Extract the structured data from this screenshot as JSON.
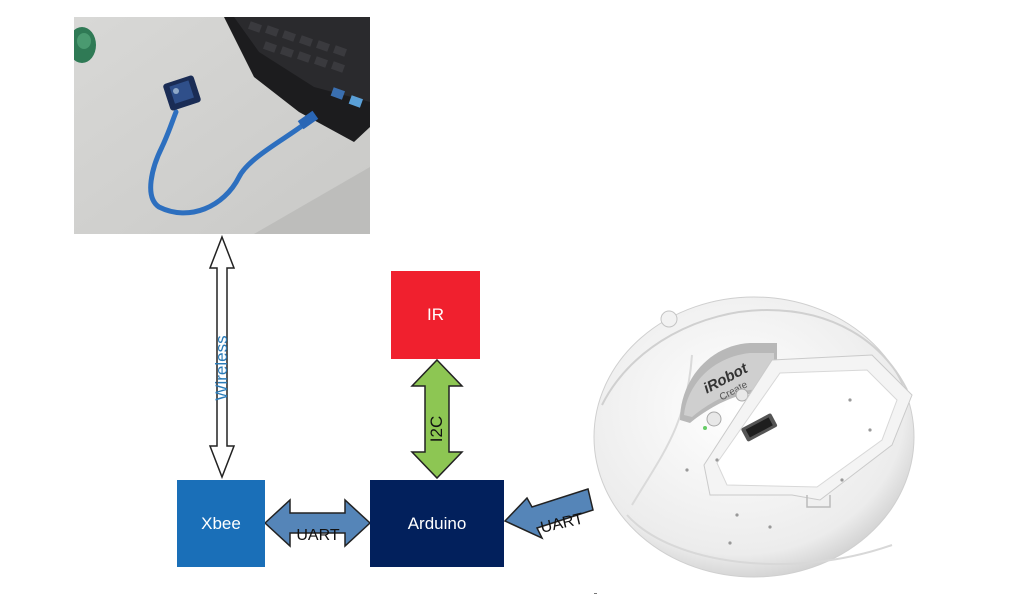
{
  "diagram": {
    "blocks": {
      "ir": {
        "label": "IR",
        "color": "#f0202e"
      },
      "xbee": {
        "label": "Xbee",
        "color": "#1a6fb8"
      },
      "arduino": {
        "label": "Arduino",
        "color": "#02205c"
      }
    },
    "links": {
      "wireless": {
        "label": "Wireless",
        "label_color": "#2a7bb8"
      },
      "i2c": {
        "label": "I2C",
        "color": "#8dc653"
      },
      "uart_left": {
        "label": "UART",
        "color": "#5585b8"
      },
      "uart_right": {
        "label": "UART",
        "color": "#5585b8"
      }
    }
  },
  "images": {
    "laptop_photo": {
      "icon": "laptop-xbee-usb-photo"
    },
    "robot_photo": {
      "icon": "irobot-create-photo",
      "logo_text": "iRobot",
      "logo_sub": "Create"
    }
  }
}
